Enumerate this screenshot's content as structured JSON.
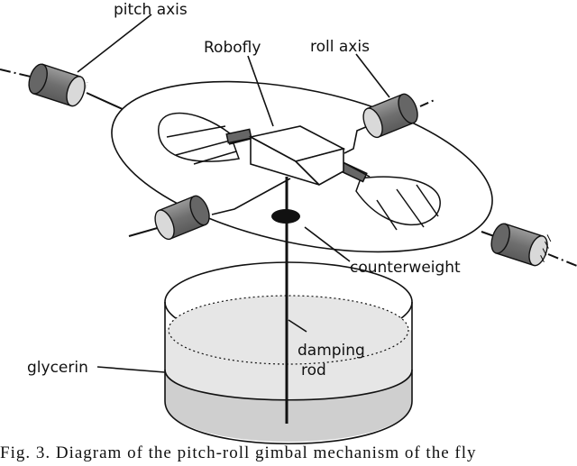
{
  "labels": {
    "pitch_axis": "pitch axis",
    "robofly": "Robofly",
    "roll_axis": "roll axis",
    "counterweight": "counterweight",
    "damping_rod_line1": "damping",
    "damping_rod_line2": "rod",
    "glycerin": "glycerin"
  },
  "caption": "Fig. 3. Diagram of the pitch-roll gimbal mechanism of the fly",
  "colors": {
    "stroke": "#111111",
    "bearing_fill": "#777777",
    "liquid_light": "#e6e6e6",
    "liquid_dark": "#cfcfcf",
    "counterweight": "#111111"
  }
}
